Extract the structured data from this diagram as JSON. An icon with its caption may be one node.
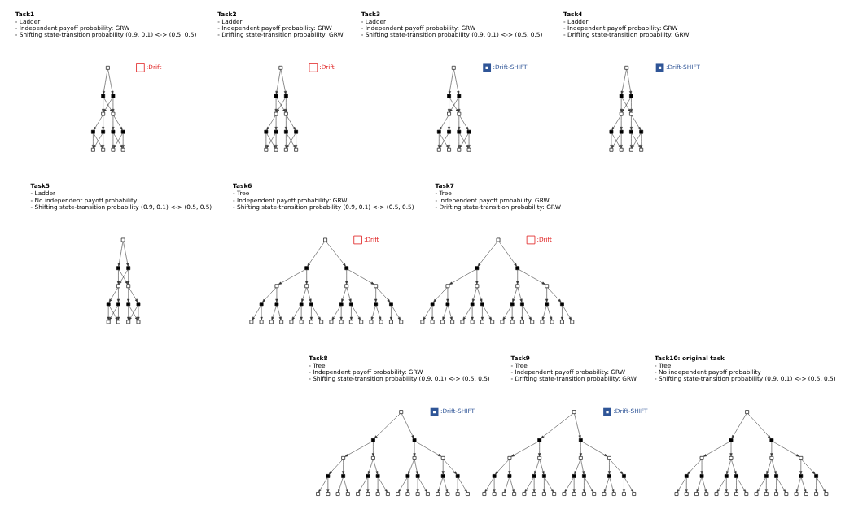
{
  "diagram": {
    "nodes": [
      {
        "text": [],
        "shape": "box"
      },
      {
        "text": [],
        "shape": "box"
      },
      {
        "text": [],
        "shape": "box"
      },
      {
        "text": [],
        "shape": "box"
      },
      {
        "text": [],
        "shape": "box"
      },
      {
        "text": [],
        "shape": "box"
      },
      {
        "text": [],
        "shape": "box"
      },
      {
        "text": [],
        "shape": "box"
      },
      {
        "text": [],
        "shape": "box"
      },
      {
        "text": [],
        "shape": "box"
      },
      {
        "text": [],
        "shape": "box"
      },
      {
        "text": [],
        "shape": "box"
      },
      {
        "text": [],
        "shape": "box"
      },
      {
        "text": [],
        "shape": "box"
      },
      {
        "text": [],
        "shape": "box"
      },
      {
        "text": [],
        "shape": "box"
      },
      {
        "text": [],
        "shape": "box"
      },
      {
        "text": [],
        "shape": "box"
      },
      {
        "text": [],
        "shape": "box"
      },
      {
        "text": [],
        "shape": "box"
      },
      {
        "text": [],
        "shape": "box"
      },
      {
        "text": [],
        "shape": "box"
      },
      {
        "text": [],
        "shape": "box"
      },
      {
        "text": [],
        "shape": "box"
      },
      {
        "text": [],
        "shape": "box"
      },
      {
        "text": [],
        "shape": "box"
      },
      {
        "text": [],
        "shape": "box"
      },
      {
        "text": [],
        "shape": "box"
      },
      {
        "text": [],
        "shape": "box"
      },
      {
        "text": [],
        "shape": "box"
      },
      {
        "text": [],
        "shape": "box"
      },
      {
        "text": [],
        "shape": "box"
      },
      {
        "text": [],
        "shape": "box"
      },
      {
        "text": [],
        "shape": "box"
      },
      {
        "text": [],
        "shape": "box"
      },
      {
        "text": [],
        "shape": "box"
      },
      {
        "text": [],
        "shape": "box"
      },
      {
        "text": [],
        "shape": "box"
      },
      {
        "text": [],
        "shape": "box"
      },
      {
        "text": [],
        "shape": "box"
      },
      {
        "text": [],
        "shape": "box"
      },
      {
        "text": [],
        "shape": "box"
      },
      {
        "text": [],
        "shape": "box"
      },
      {
        "text": [],
        "shape": "box"
      },
      {
        "text": [],
        "shape": "box"
      },
      {
        "text": [],
        "shape": "box"
      },
      {
        "text": [],
        "shape": "box"
      },
      {
        "text": [],
        "shape": "box"
      },
      {
        "text": [],
        "shape": "box"
      },
      {
        "text": [],
        "shape": "box"
      },
      {
        "text": [],
        "shape": "box"
      },
      {
        "text": [],
        "shape": "box"
      },
      {
        "text": [],
        "shape": "box"
      },
      {
        "text": [],
        "shape": "box"
      },
      {
        "text": [],
        "shape": "box"
      },
      {
        "text": [],
        "shape": "box"
      },
      {
        "text": [],
        "shape": "box"
      },
      {
        "text": [],
        "shape": "box"
      },
      {
        "text": [],
        "shape": "box"
      },
      {
        "text": [],
        "shape": "box"
      },
      {
        "text": [],
        "shape": "box"
      },
      {
        "text": [],
        "shape": "box"
      },
      {
        "text": [],
        "shape": "box"
      },
      {
        "text": [],
        "shape": "box"
      },
      {
        "text": [],
        "shape": "box"
      },
      {
        "text": [],
        "shape": "box"
      },
      {
        "text": [],
        "shape": "box"
      },
      {
        "text": [],
        "shape": "box"
      },
      {
        "text": [],
        "shape": "box"
      },
      {
        "text": [],
        "shape": "box"
      },
      {
        "text": [],
        "shape": "box"
      },
      {
        "text": [],
        "shape": "box"
      },
      {
        "text": [],
        "shape": "box"
      },
      {
        "text": [],
        "shape": "box"
      },
      {
        "text": [],
        "shape": "box"
      },
      {
        "text": [],
        "shape": "box"
      },
      {
        "text": [],
        "shape": "box"
      },
      {
        "text": [],
        "shape": "box"
      },
      {
        "text": [],
        "shape": "box"
      },
      {
        "text": [],
        "shape": "box"
      },
      {
        "text": [],
        "shape": "box"
      },
      {
        "text": [],
        "shape": "box"
      },
      {
        "text": [],
        "shape": "box"
      },
      {
        "text": [],
        "shape": "box"
      },
      {
        "text": [],
        "shape": "box"
      },
      {
        "text": [],
        "shape": "box"
      },
      {
        "text": [],
        "shape": "box"
      },
      {
        "text": [],
        "shape": "box"
      },
      {
        "text": [],
        "shape": "box"
      },
      {
        "text": [],
        "shape": "box"
      },
      {
        "text": [],
        "shape": "box"
      },
      {
        "text": [],
        "shape": "box"
      },
      {
        "text": [],
        "shape": "box"
      },
      {
        "text": [],
        "shape": "box"
      },
      {
        "text": [],
        "shape": "box"
      },
      {
        "text": [],
        "shape": "box"
      },
      {
        "text": [],
        "shape": "box"
      },
      {
        "text": [],
        "shape": "box"
      },
      {
        "text": [],
        "shape": "box"
      },
      {
        "text": [],
        "shape": "box"
      },
      {
        "text": [],
        "shape": "box"
      },
      {
        "text": [],
        "shape": "box"
      },
      {
        "text": [],
        "shape": "box"
      },
      {
        "text": [],
        "shape": "box"
      },
      {
        "text": [],
        "shape": "box"
      },
      {
        "text": [],
        "shape": "box"
      },
      {
        "text": [],
        "shape": "box"
      },
      {
        "text": [],
        "shape": "box"
      },
      {
        "text": [],
        "shape": "box"
      },
      {
        "text": [],
        "shape": "box"
      },
      {
        "text": [],
        "shape": "box"
      },
      {
        "text": [],
        "shape": "box"
      },
      {
        "text": [],
        "shape": "box"
      },
      {
        "text": [],
        "shape": "box"
      },
      {
        "text": [],
        "shape": "box"
      },
      {
        "text": [],
        "shape": "box"
      },
      {
        "text": [],
        "shape": "box"
      },
      {
        "text": [],
        "shape": "box"
      },
      {
        "text": [],
        "shape": "box"
      },
      {
        "text": [],
        "shape": "box"
      },
      {
        "text": [],
        "shape": "box"
      },
      {
        "text": [],
        "shape": "box"
      },
      {
        "text": [],
        "shape": "box"
      },
      {
        "text": [],
        "shape": "box"
      },
      {
        "text": [],
        "shape": "box"
      },
      {
        "text": [],
        "shape": "box"
      },
      {
        "text": [],
        "shape": "box"
      },
      {
        "text": [],
        "shape": "box"
      },
      {
        "text": [],
        "shape": "box"
      },
      {
        "text": [],
        "shape": "box"
      },
      {
        "text": [],
        "shape": "box"
      },
      {
        "text": [],
        "shape": "box"
      },
      {
        "text": [],
        "shape": "box"
      },
      {
        "text": [],
        "shape": "box"
      },
      {
        "text": [],
        "shape": "box"
      },
      {
        "text": [],
        "shape": "box"
      },
      {
        "text": [],
        "shape": "box"
      },
      {
        "text": [],
        "shape": "box"
      },
      {
        "text": [],
        "shape": "box"
      },
      {
        "text": [],
        "shape": "box"
      },
      {
        "text": [],
        "shape": "box"
      },
      {
        "text": [],
        "shape": "box"
      },
      {
        "text": [],
        "shape": "box"
      },
      {
        "text": [],
        "shape": "box"
      },
      {
        "text": [],
        "shape": "box"
      },
      {
        "text": [],
        "shape": "box"
      },
      {
        "text": [],
        "shape": "box"
      },
      {
        "text": [],
        "shape": "box"
      },
      {
        "text": [],
        "shape": "box"
      },
      {
        "text": [],
        "shape": "box"
      },
      {
        "text": [],
        "shape": "box"
      },
      {
        "text": [],
        "shape": "box"
      },
      {
        "text": [],
        "shape": "box"
      },
      {
        "text": [],
        "shape": "box"
      },
      {
        "text": [],
        "shape": "box"
      },
      {
        "text": [],
        "shape": "box"
      },
      {
        "text": [],
        "shape": "box"
      },
      {
        "text": [],
        "shape": "box"
      },
      {
        "text": [],
        "shape": "box"
      },
      {
        "text": [],
        "shape": "box"
      },
      {
        "text": [],
        "shape": "box"
      },
      {
        "text": [],
        "shape": "box"
      },
      {
        "text": [],
        "shape": "box"
      },
      {
        "text": [],
        "shape": "box"
      },
      {
        "text": [],
        "shape": "box"
      },
      {
        "text": [],
        "shape": "box"
      },
      {
        "text": [],
        "shape": "box"
      },
      {
        "text": [],
        "shape": "box"
      },
      {
        "text": [],
        "shape": "box"
      },
      {
        "text": [],
        "shape": "box"
      },
      {
        "text": [],
        "shape": "box"
      },
      {
        "text": [],
        "shape": "box"
      },
      {
        "text": [],
        "shape": "box"
      },
      {
        "text": [],
        "shape": "box"
      },
      {
        "text": [],
        "shape": "box"
      },
      {
        "text": [],
        "shape": "box"
      },
      {
        "text": [],
        "shape": "box"
      },
      {
        "text": [],
        "shape": "box"
      },
      {
        "text": [],
        "shape": "box"
      },
      {
        "text": [],
        "shape": "box"
      },
      {
        "text": [],
        "shape": "box"
      },
      {
        "text": [],
        "shape": "box"
      },
      {
        "text": [],
        "shape": "box"
      },
      {
        "text": [],
        "shape": "box"
      },
      {
        "text": [],
        "shape": "box"
      },
      {
        "text": [],
        "shape": "box"
      },
      {
        "text": [],
        "shape": "box"
      },
      {
        "text": [],
        "shape": "box"
      },
      {
        "text": [],
        "shape": "box"
      },
      {
        "text": [],
        "shape": "box"
      },
      {
        "text": [],
        "shape": "box"
      },
      {
        "text": [],
        "shape": "box"
      },
      {
        "text": [],
        "shape": "box"
      },
      {
        "text": [],
        "shape": "box"
      },
      {
        "text": [],
        "shape": "box"
      },
      {
        "text": [],
        "shape": "box"
      },
      {
        "text": [],
        "shape": "box"
      },
      {
        "text": [],
        "shape": "box"
      },
      {
        "text": [],
        "shape": "box"
      },
      {
        "text": [],
        "shape": "box"
      },
      {
        "text": [],
        "shape": "box"
      },
      {
        "text": [],
        "shape": "box"
      },
      {
        "text": [],
        "shape": "box"
      },
      {
        "text": [],
        "shape": "box"
      },
      {
        "text": [],
        "shape": "box"
      },
      {
        "text": [],
        "shape": "box"
      },
      {
        "text": [],
        "shape": "box"
      },
      {
        "text": [],
        "shape": "box"
      },
      {
        "text": [],
        "shape": "box"
      },
      {
        "text": [],
        "shape": "box"
      },
      {
        "text": [],
        "shape": "box"
      },
      {
        "text": [],
        "shape": "box"
      },
      {
        "text": [],
        "shape": "box"
      },
      {
        "text": [],
        "shape": "box"
      },
      {
        "text": [],
        "shape": "box"
      },
      {
        "text": [],
        "shape": "box"
      },
      {
        "text": [],
        "shape": "box"
      },
      {
        "text": [],
        "shape": "box"
      },
      {
        "text": [],
        "shape": "box"
      },
      {
        "text": [],
        "shape": "box"
      }
    ],
    "edges": [
      {
        "from": 0,
        "to": 1,
        "arrow": "to"
      },
      {
        "from": 0,
        "to": 2,
        "arrow": "to"
      },
      {
        "from": 1,
        "to": 3,
        "arrow": "to"
      },
      {
        "from": 1,
        "to": 4,
        "arrow": "to"
      },
      {
        "from": 2,
        "to": 3,
        "arrow": "to"
      },
      {
        "from": 2,
        "to": 4,
        "arrow": "to"
      },
      {
        "from": 3,
        "to": 5,
        "arrow": "to"
      },
      {
        "from": 3,
        "to": 6,
        "arrow": "to"
      },
      {
        "from": 4,
        "to": 7,
        "arrow": "to"
      },
      {
        "from": 4,
        "to": 8,
        "arrow": "to"
      },
      {
        "from": 5,
        "to": 9,
        "arrow": "to"
      },
      {
        "from": 5,
        "to": 10,
        "arrow": "to"
      },
      {
        "from": 6,
        "to": 9,
        "arrow": "to"
      },
      {
        "from": 6,
        "to": 10,
        "arrow": "to"
      },
      {
        "from": 7,
        "to": 11,
        "arrow": "to"
      },
      {
        "from": 7,
        "to": 12,
        "arrow": "to"
      },
      {
        "from": 8,
        "to": 11,
        "arrow": "to"
      },
      {
        "from": 8,
        "to": 12,
        "arrow": "to"
      },
      {
        "from": 13,
        "to": 14,
        "arrow": "to"
      },
      {
        "from": 13,
        "to": 15,
        "arrow": "to"
      },
      {
        "from": 14,
        "to": 16,
        "arrow": "to"
      },
      {
        "from": 14,
        "to": 17,
        "arrow": "to"
      },
      {
        "from": 15,
        "to": 16,
        "arrow": "to"
      },
      {
        "from": 15,
        "to": 17,
        "arrow": "to"
      },
      {
        "from": 16,
        "to": 18,
        "arrow": "to"
      },
      {
        "from": 16,
        "to": 19,
        "arrow": "to"
      },
      {
        "from": 17,
        "to": 20,
        "arrow": "to"
      },
      {
        "from": 17,
        "to": 21,
        "arrow": "to"
      },
      {
        "from": 18,
        "to": 22,
        "arrow": "to"
      },
      {
        "from": 18,
        "to": 23,
        "arrow": "to"
      },
      {
        "from": 19,
        "to": 22,
        "arrow": "to"
      },
      {
        "from": 19,
        "to": 23,
        "arrow": "to"
      },
      {
        "from": 20,
        "to": 24,
        "arrow": "to"
      },
      {
        "from": 20,
        "to": 25,
        "arrow": "to"
      },
      {
        "from": 21,
        "to": 24,
        "arrow": "to"
      },
      {
        "from": 21,
        "to": 25,
        "arrow": "to"
      },
      {
        "from": 26,
        "to": 27,
        "arrow": "to"
      },
      {
        "from": 26,
        "to": 28,
        "arrow": "to"
      },
      {
        "from": 27,
        "to": 29,
        "arrow": "to"
      },
      {
        "from": 27,
        "to": 30,
        "arrow": "to"
      },
      {
        "from": 28,
        "to": 29,
        "arrow": "to"
      },
      {
        "from": 28,
        "to": 30,
        "arrow": "to"
      },
      {
        "from": 29,
        "to": 31,
        "arrow": "to"
      },
      {
        "from": 29,
        "to": 32,
        "arrow": "to"
      },
      {
        "from": 30,
        "to": 33,
        "arrow": "to"
      },
      {
        "from": 30,
        "to": 34,
        "arrow": "to"
      },
      {
        "from": 31,
        "to": 35,
        "arrow": "to"
      },
      {
        "from": 31,
        "to": 36,
        "arrow": "to"
      },
      {
        "from": 32,
        "to": 35,
        "arrow": "to"
      },
      {
        "from": 32,
        "to": 36,
        "arrow": "to"
      },
      {
        "from": 33,
        "to": 37,
        "arrow": "to"
      },
      {
        "from": 33,
        "to": 38,
        "arrow": "to"
      },
      {
        "from": 34,
        "to": 37,
        "arrow": "to"
      },
      {
        "from": 34,
        "to": 38,
        "arrow": "to"
      },
      {
        "from": 39,
        "to": 40,
        "arrow": "to"
      },
      {
        "from": 39,
        "to": 41,
        "arrow": "to"
      },
      {
        "from": 40,
        "to": 42,
        "arrow": "to"
      },
      {
        "from": 40,
        "to": 43,
        "arrow": "to"
      },
      {
        "from": 41,
        "to": 42,
        "arrow": "to"
      },
      {
        "from": 41,
        "to": 43,
        "arrow": "to"
      },
      {
        "from": 42,
        "to": 44,
        "arrow": "to"
      },
      {
        "from": 42,
        "to": 45,
        "arrow": "to"
      },
      {
        "from": 43,
        "to": 46,
        "arrow": "to"
      },
      {
        "from": 43,
        "to": 47,
        "arrow": "to"
      },
      {
        "from": 44,
        "to": 48,
        "arrow": "to"
      },
      {
        "from": 44,
        "to": 49,
        "arrow": "to"
      },
      {
        "from": 45,
        "to": 48,
        "arrow": "to"
      },
      {
        "from": 45,
        "to": 49,
        "arrow": "to"
      },
      {
        "from": 46,
        "to": 50,
        "arrow": "to"
      },
      {
        "from": 46,
        "to": 51,
        "arrow": "to"
      },
      {
        "from": 47,
        "to": 50,
        "arrow": "to"
      },
      {
        "from": 47,
        "to": 51,
        "arrow": "to"
      },
      {
        "from": 52,
        "to": 53,
        "arrow": "to"
      },
      {
        "from": 52,
        "to": 54,
        "arrow": "to"
      },
      {
        "from": 53,
        "to": 55,
        "arrow": "to"
      },
      {
        "from": 53,
        "to": 56,
        "arrow": "to"
      },
      {
        "from": 54,
        "to": 55,
        "arrow": "to"
      },
      {
        "from": 54,
        "to": 56,
        "arrow": "to"
      },
      {
        "from": 55,
        "to": 57,
        "arrow": "to"
      },
      {
        "from": 55,
        "to": 58,
        "arrow": "to"
      },
      {
        "from": 56,
        "to": 59,
        "arrow": "to"
      },
      {
        "from": 56,
        "to": 60,
        "arrow": "to"
      },
      {
        "from": 57,
        "to": 61,
        "arrow": "to"
      },
      {
        "from": 57,
        "to": 62,
        "arrow": "to"
      },
      {
        "from": 58,
        "to": 61,
        "arrow": "to"
      },
      {
        "from": 58,
        "to": 62,
        "arrow": "to"
      },
      {
        "from": 59,
        "to": 63,
        "arrow": "to"
      },
      {
        "from": 59,
        "to": 64,
        "arrow": "to"
      },
      {
        "from": 60,
        "to": 63,
        "arrow": "to"
      },
      {
        "from": 60,
        "to": 64,
        "arrow": "to"
      },
      {
        "from": 65,
        "to": 66,
        "arrow": "to"
      },
      {
        "from": 65,
        "to": 67,
        "arrow": "to"
      },
      {
        "from": 66,
        "to": 68,
        "arrow": "to"
      },
      {
        "from": 66,
        "to": 69,
        "arrow": "to"
      },
      {
        "from": 67,
        "to": 70,
        "arrow": "to"
      },
      {
        "from": 67,
        "to": 71,
        "arrow": "to"
      },
      {
        "from": 68,
        "to": 72,
        "arrow": "to"
      },
      {
        "from": 68,
        "to": 73,
        "arrow": "to"
      },
      {
        "from": 69,
        "to": 74,
        "arrow": "to"
      },
      {
        "from": 69,
        "to": 75,
        "arrow": "to"
      },
      {
        "from": 70,
        "to": 76,
        "arrow": "to"
      },
      {
        "from": 70,
        "to": 77,
        "arrow": "to"
      },
      {
        "from": 71,
        "to": 78,
        "arrow": "to"
      },
      {
        "from": 71,
        "to": 79,
        "arrow": "to"
      },
      {
        "from": 72,
        "to": 80,
        "arrow": "to"
      },
      {
        "from": 72,
        "to": 81,
        "arrow": "to"
      },
      {
        "from": 73,
        "to": 82,
        "arrow": "to"
      },
      {
        "from": 73,
        "to": 83,
        "arrow": "to"
      },
      {
        "from": 74,
        "to": 84,
        "arrow": "to"
      },
      {
        "from": 74,
        "to": 85,
        "arrow": "to"
      },
      {
        "from": 75,
        "to": 86,
        "arrow": "to"
      },
      {
        "from": 75,
        "to": 87,
        "arrow": "to"
      },
      {
        "from": 76,
        "to": 88,
        "arrow": "to"
      },
      {
        "from": 76,
        "to": 89,
        "arrow": "to"
      },
      {
        "from": 77,
        "to": 90,
        "arrow": "to"
      },
      {
        "from": 77,
        "to": 91,
        "arrow": "to"
      },
      {
        "from": 78,
        "to": 92,
        "arrow": "to"
      },
      {
        "from": 78,
        "to": 93,
        "arrow": "to"
      },
      {
        "from": 79,
        "to": 94,
        "arrow": "to"
      },
      {
        "from": 79,
        "to": 95,
        "arrow": "to"
      },
      {
        "from": 96,
        "to": 97,
        "arrow": "to"
      },
      {
        "from": 96,
        "to": 98,
        "arrow": "to"
      },
      {
        "from": 97,
        "to": 99,
        "arrow": "to"
      },
      {
        "from": 97,
        "to": 100,
        "arrow": "to"
      },
      {
        "from": 98,
        "to": 101,
        "arrow": "to"
      },
      {
        "from": 98,
        "to": 102,
        "arrow": "to"
      },
      {
        "from": 99,
        "to": 103,
        "arrow": "to"
      },
      {
        "from": 99,
        "to": 104,
        "arrow": "to"
      },
      {
        "from": 100,
        "to": 105,
        "arrow": "to"
      },
      {
        "from": 100,
        "to": 106,
        "arrow": "to"
      },
      {
        "from": 101,
        "to": 107,
        "arrow": "to"
      },
      {
        "from": 101,
        "to": 108,
        "arrow": "to"
      },
      {
        "from": 102,
        "to": 109,
        "arrow": "to"
      },
      {
        "from": 102,
        "to": 110,
        "arrow": "to"
      },
      {
        "from": 103,
        "to": 111,
        "arrow": "to"
      },
      {
        "from": 103,
        "to": 112,
        "arrow": "to"
      },
      {
        "from": 104,
        "to": 113,
        "arrow": "to"
      },
      {
        "from": 104,
        "to": 114,
        "arrow": "to"
      },
      {
        "from": 105,
        "to": 115,
        "arrow": "to"
      },
      {
        "from": 105,
        "to": 116,
        "arrow": "to"
      },
      {
        "from": 106,
        "to": 117,
        "arrow": "to"
      },
      {
        "from": 106,
        "to": 118,
        "arrow": "to"
      },
      {
        "from": 107,
        "to": 119,
        "arrow": "to"
      },
      {
        "from": 107,
        "to": 120,
        "arrow": "to"
      },
      {
        "from": 108,
        "to": 121,
        "arrow": "to"
      },
      {
        "from": 108,
        "to": 122,
        "arrow": "to"
      },
      {
        "from": 109,
        "to": 123,
        "arrow": "to"
      },
      {
        "from": 109,
        "to": 124,
        "arrow": "to"
      },
      {
        "from": 110,
        "to": 125,
        "arrow": "to"
      },
      {
        "from": 110,
        "to": 126,
        "arrow": "to"
      },
      {
        "from": 127,
        "to": 128,
        "arrow": "to"
      },
      {
        "from": 127,
        "to": 129,
        "arrow": "to"
      },
      {
        "from": 128,
        "to": 130,
        "arrow": "to"
      },
      {
        "from": 128,
        "to": 131,
        "arrow": "to"
      },
      {
        "from": 129,
        "to": 132,
        "arrow": "to"
      },
      {
        "from": 129,
        "to": 133,
        "arrow": "to"
      },
      {
        "from": 130,
        "to": 134,
        "arrow": "to"
      },
      {
        "from": 130,
        "to": 135,
        "arrow": "to"
      },
      {
        "from": 131,
        "to": 136,
        "arrow": "to"
      },
      {
        "from": 131,
        "to": 137,
        "arrow": "to"
      },
      {
        "from": 132,
        "to": 138,
        "arrow": "to"
      },
      {
        "from": 132,
        "to": 139,
        "arrow": "to"
      },
      {
        "from": 133,
        "to": 140,
        "arrow": "to"
      },
      {
        "from": 133,
        "to": 141,
        "arrow": "to"
      },
      {
        "from": 134,
        "to": 142,
        "arrow": "to"
      },
      {
        "from": 134,
        "to": 143,
        "arrow": "to"
      },
      {
        "from": 135,
        "to": 144,
        "arrow": "to"
      },
      {
        "from": 135,
        "to": 145,
        "arrow": "to"
      },
      {
        "from": 136,
        "to": 146,
        "arrow": "to"
      },
      {
        "from": 136,
        "to": 147,
        "arrow": "to"
      },
      {
        "from": 137,
        "to": 148,
        "arrow": "to"
      },
      {
        "from": 137,
        "to": 149,
        "arrow": "to"
      },
      {
        "from": 138,
        "to": 150,
        "arrow": "to"
      },
      {
        "from": 138,
        "to": 151,
        "arrow": "to"
      },
      {
        "from": 139,
        "to": 152,
        "arrow": "to"
      },
      {
        "from": 139,
        "to": 153,
        "arrow": "to"
      },
      {
        "from": 140,
        "to": 154,
        "arrow": "to"
      },
      {
        "from": 140,
        "to": 155,
        "arrow": "to"
      },
      {
        "from": 141,
        "to": 156,
        "arrow": "to"
      },
      {
        "from": 141,
        "to": 157,
        "arrow": "to"
      },
      {
        "from": 158,
        "to": 159,
        "arrow": "to"
      },
      {
        "from": 158,
        "to": 160,
        "arrow": "to"
      },
      {
        "from": 159,
        "to": 161,
        "arrow": "to"
      },
      {
        "from": 159,
        "to": 162,
        "arrow": "to"
      },
      {
        "from": 160,
        "to": 163,
        "arrow": "to"
      },
      {
        "from": 160,
        "to": 164,
        "arrow": "to"
      },
      {
        "from": 161,
        "to": 165,
        "arrow": "to"
      },
      {
        "from": 161,
        "to": 166,
        "arrow": "to"
      },
      {
        "from": 162,
        "to": 167,
        "arrow": "to"
      },
      {
        "from": 162,
        "to": 168,
        "arrow": "to"
      },
      {
        "from": 163,
        "to": 169,
        "arrow": "to"
      },
      {
        "from": 163,
        "to": 170,
        "arrow": "to"
      },
      {
        "from": 164,
        "to": 171,
        "arrow": "to"
      },
      {
        "from": 164,
        "to": 172,
        "arrow": "to"
      },
      {
        "from": 165,
        "to": 173,
        "arrow": "to"
      },
      {
        "from": 165,
        "to": 174,
        "arrow": "to"
      },
      {
        "from": 166,
        "to": 175,
        "arrow": "to"
      },
      {
        "from": 166,
        "to": 176,
        "arrow": "to"
      },
      {
        "from": 167,
        "to": 177,
        "arrow": "to"
      },
      {
        "from": 167,
        "to": 178,
        "arrow": "to"
      },
      {
        "from": 168,
        "to": 179,
        "arrow": "to"
      },
      {
        "from": 168,
        "to": 180,
        "arrow": "to"
      },
      {
        "from": 169,
        "to": 181,
        "arrow": "to"
      },
      {
        "from": 169,
        "to": 182,
        "arrow": "to"
      },
      {
        "from": 170,
        "to": 183,
        "arrow": "to"
      },
      {
        "from": 170,
        "to": 184,
        "arrow": "to"
      },
      {
        "from": 171,
        "to": 185,
        "arrow": "to"
      },
      {
        "from": 171,
        "to": 186,
        "arrow": "to"
      },
      {
        "from": 172,
        "to": 187,
        "arrow": "to"
      },
      {
        "from": 172,
        "to": 188,
        "arrow": "to"
      },
      {
        "from": 189,
        "to": 190,
        "arrow": "to"
      },
      {
        "from": 189,
        "to": 191,
        "arrow": "to"
      },
      {
        "from": 190,
        "to": 192,
        "arrow": "to"
      },
      {
        "from": 190,
        "to": 193,
        "arrow": "to"
      },
      {
        "from": 191,
        "to": 194,
        "arrow": "to"
      },
      {
        "from": 191,
        "to": 195,
        "arrow": "to"
      },
      {
        "from": 192,
        "to": 196,
        "arrow": "to"
      },
      {
        "from": 192,
        "to": 197,
        "arrow": "to"
      },
      {
        "from": 193,
        "to": 198,
        "arrow": "to"
      },
      {
        "from": 193,
        "to": 199,
        "arrow": "to"
      },
      {
        "from": 194,
        "to": 200,
        "arrow": "to"
      },
      {
        "from": 194,
        "to": 201,
        "arrow": "to"
      },
      {
        "from": 195,
        "to": 202,
        "arrow": "to"
      },
      {
        "from": 195,
        "to": 203,
        "arrow": "to"
      },
      {
        "from": 196,
        "to": 204,
        "arrow": "to"
      },
      {
        "from": 196,
        "to": 205,
        "arrow": "to"
      },
      {
        "from": 197,
        "to": 206,
        "arrow": "to"
      },
      {
        "from": 197,
        "to": 207,
        "arrow": "to"
      },
      {
        "from": 198,
        "to": 208,
        "arrow": "to"
      },
      {
        "from": 198,
        "to": 209,
        "arrow": "to"
      },
      {
        "from": 199,
        "to": 210,
        "arrow": "to"
      },
      {
        "from": 199,
        "to": 211,
        "arrow": "to"
      },
      {
        "from": 200,
        "to": 212,
        "arrow": "to"
      },
      {
        "from": 200,
        "to": 213,
        "arrow": "to"
      },
      {
        "from": 201,
        "to": 214,
        "arrow": "to"
      },
      {
        "from": 201,
        "to": 215,
        "arrow": "to"
      },
      {
        "from": 202,
        "to": 216,
        "arrow": "to"
      },
      {
        "from": 202,
        "to": 217,
        "arrow": "to"
      },
      {
        "from": 203,
        "to": 218,
        "arrow": "to"
      },
      {
        "from": 203,
        "to": 219,
        "arrow": "to"
      }
    ],
    "labels": [
      "Task1",
      "- Ladder",
      "- Independent payoff probability: GRW",
      "- Shifting state-transition probability (0.9, 0.1) <-> (0.5, 0.5)",
      "Task2",
      "- Ladder",
      "- Independent payoff probability: GRW",
      "- Drifting state-transition probability: GRW",
      "Task3",
      "- Ladder",
      "- Independent payoff probability: GRW",
      "- Shifting state-transition probability (0.9, 0.1) <-> (0.5, 0.5)",
      "Task4",
      "- Ladder",
      "- Independent payoff probability: GRW",
      "- Drifting state-transition probability: GRW",
      "Task5",
      "- Ladder",
      "- No independent payoff probability",
      "- Shifting state-transition probability (0.9, 0.1) <-> (0.5, 0.5)",
      "Task6",
      "- Tree",
      "- Independent payoff probability: GRW",
      "- Shifting state-transition probability (0.9, 0.1) <-> (0.5, 0.5)",
      "Task7",
      "- Tree",
      "- Independent payoff probability: GRW",
      "- Drifting state-transition probability: GRW",
      "Task8",
      "- Tree",
      "- Independent payoff probability: GRW",
      "- Shifting state-transition probability (0.9, 0.1) <-> (0.5, 0.5)",
      "Task9",
      "- Tree",
      "- Independent payoff probability: GRW",
      "- Drifting state-transition probability: GRW",
      "Task10: original task",
      "- Tree",
      "- No independent payoff probability",
      "- Shifting state-transition probability (0.9, 0.1) <-> (0.5, 0.5)"
    ],
    "legend": [
      {
        "text": ":Drift"
      },
      {
        "text": ":Drift"
      },
      {
        "text": ":Drift-SHIFT",
        "color": "#2f5597"
      },
      {
        "text": ":Drift-SHIFT",
        "color": "#2f5597"
      },
      {
        "text": ":Drift"
      },
      {
        "text": ":Drift"
      },
      {
        "text": ":Drift-SHIFT",
        "color": "#2f5597"
      },
      {
        "text": ":Drift-SHIFT",
        "color": "#2f5597"
      }
    ]
  }
}
